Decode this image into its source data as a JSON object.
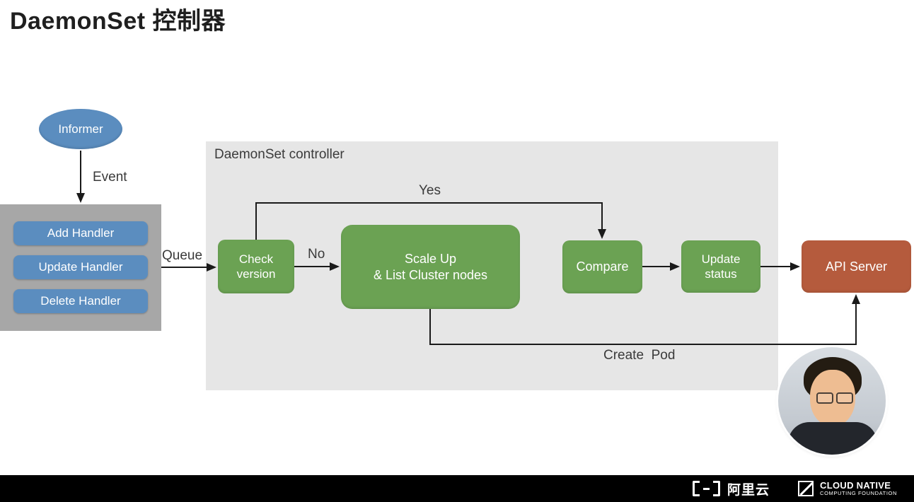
{
  "title": "DaemonSet 控制器",
  "informer": {
    "label": "Informer",
    "event_label": "Event"
  },
  "handlers": {
    "items": [
      "Add Handler",
      "Update Handler",
      "Delete Handler"
    ],
    "queue_label": "Queue"
  },
  "controller": {
    "title": "DaemonSet controller",
    "check_version": {
      "line1": "Check",
      "line2": "version"
    },
    "no_label": "No",
    "yes_label": "Yes",
    "scale_up": {
      "line1": "Scale Up",
      "line2": "& List Cluster nodes"
    },
    "compare": "Compare",
    "update_status": {
      "line1": "Update",
      "line2": "status"
    },
    "create_pod_label": "Create  Pod"
  },
  "api_server": "API Server",
  "footer": {
    "alibaba_label": "阿里云",
    "cncf_title": "CLOUD NATIVE",
    "cncf_subtitle": "COMPUTING FOUNDATION"
  },
  "colors": {
    "blue": "#5b8dbf",
    "green": "#6ba253",
    "red": "#b55b3d",
    "panel": "#e6e6e6",
    "gray-box": "#a7a7a7",
    "arrow": "#1a1a1a"
  }
}
